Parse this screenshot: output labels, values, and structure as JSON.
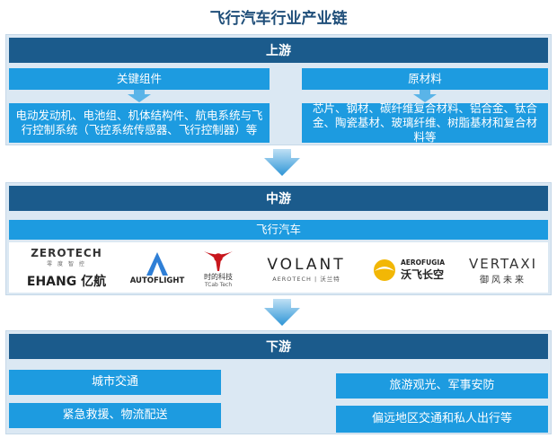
{
  "title": "飞行汽车行业产业链",
  "upstream": {
    "header": "上游",
    "left_label": "关键组件",
    "left_text": "电动发动机、电池组、机体结构件、航电系统与飞行控制系统（飞控系统传感器、飞行控制器）等",
    "right_label": "原材料",
    "right_text": "芯片、钢材、碳纤维复合材料、铝合金、钛合金、陶瓷基材、玻璃纤维、树脂基材和复合材料等"
  },
  "midstream": {
    "header": "中游",
    "label": "飞行汽车",
    "logos": [
      {
        "name": "ZEROTECH",
        "sub": "零 度 智 控"
      },
      {
        "name": "EHANG 亿航"
      },
      {
        "name": "AUTOFLIGHT"
      },
      {
        "name": "时的科技",
        "sub": "TCab Tech"
      },
      {
        "name": "VOLANT",
        "sub": "AEROTECH | 沃兰特"
      },
      {
        "name": "AEROFUGIA",
        "sub": "沃飞长空"
      },
      {
        "name": "VERTAXI",
        "sub": "御风未来"
      }
    ]
  },
  "downstream": {
    "header": "下游",
    "items": [
      "城市交通",
      "紧急救援、物流配送",
      "旅游观光、军事安防",
      "偏远地区交通和私人出行等"
    ]
  },
  "colors": {
    "header_bar": "#1b5b8c",
    "box_blue": "#1d9be0",
    "section_bg": "#dbe8f3",
    "title": "#1f4e79"
  }
}
